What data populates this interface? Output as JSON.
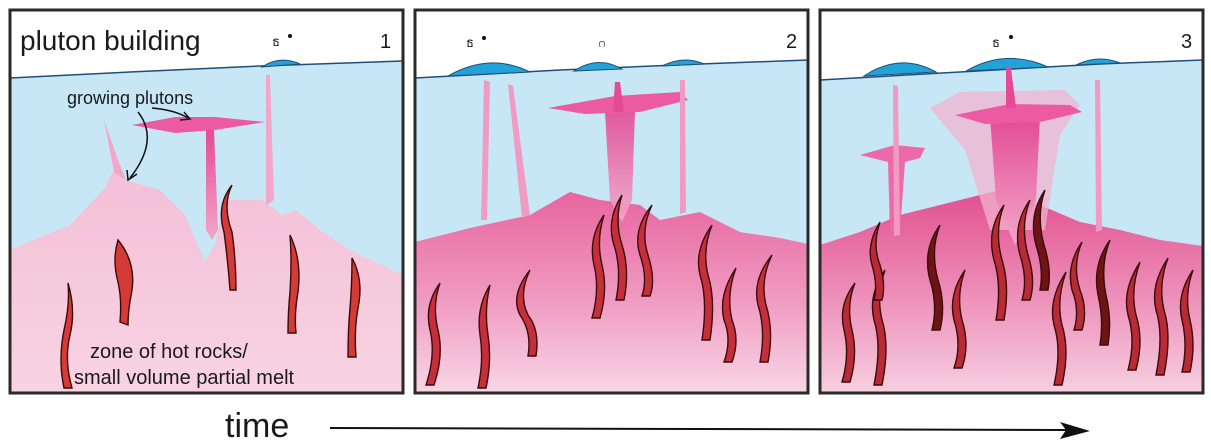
{
  "figure": {
    "title": "pluton building",
    "panels": [
      {
        "number": "1"
      },
      {
        "number": "2"
      },
      {
        "number": "3"
      }
    ],
    "labels": {
      "growing_plutons": "growing plutons",
      "zone_line1": "zone of hot rocks/",
      "zone_line2": "small volume partial melt",
      "time": "time"
    },
    "colors": {
      "crust": "#c7e7f6",
      "air": "#ffffff",
      "volcano": "#22a2d6",
      "melt_zone_1": "#f6c9dd",
      "melt_zone_2": "#ee8fba",
      "pluton": "#ec5aa2",
      "dike": "#d43a36",
      "dike_dark": "#7b1515",
      "frame": "#2a2a2a"
    },
    "icons": [
      "volcano-icon",
      "eruption-plume-icon",
      "time-arrow-icon"
    ]
  }
}
